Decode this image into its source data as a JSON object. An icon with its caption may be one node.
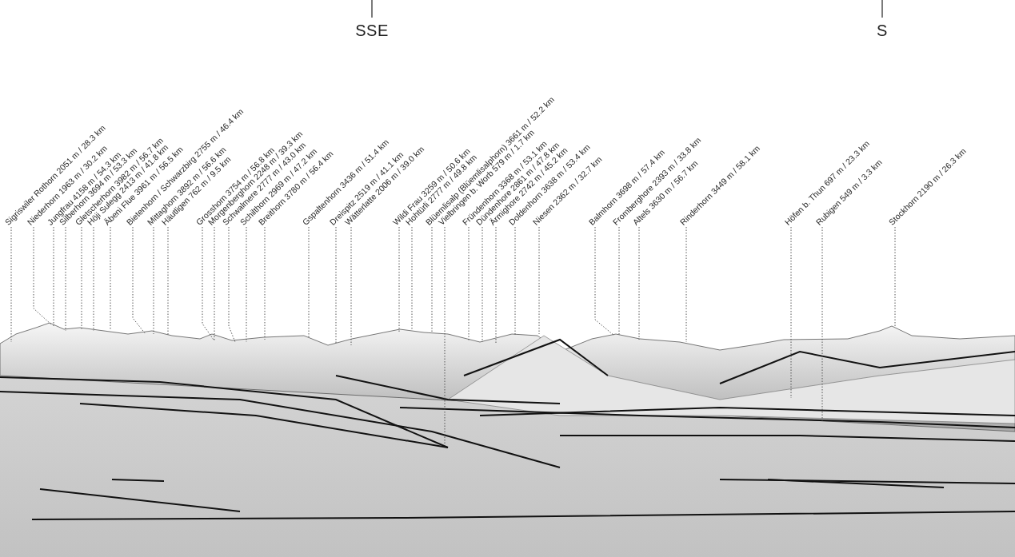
{
  "diagram": {
    "nodes": [
      {
        "text": [
          "Sigriswiler Rothorn 2051 m / 28.3 km"
        ]
      },
      {
        "text": [
          "Niederhorn 1963 m / 30.2 km"
        ]
      },
      {
        "text": [
          "Jungfrau 4158 m / 54.3 km"
        ]
      },
      {
        "text": [
          "Silberhorn 3694 m / 53.3 km"
        ]
      },
      {
        "text": [
          "Gletscherhorn 3982 m / 56.7 km"
        ]
      },
      {
        "text": [
          "Höji Sulegg 2413 m / 41.8 km"
        ]
      },
      {
        "text": [
          "Äbeni Flue 3961 m / 56.5 km"
        ]
      },
      {
        "text": [
          "Bietenhorn / Schwarzbirg 2755 m / 46.4 km"
        ]
      },
      {
        "text": [
          "Mittaghorn 3892 m / 56.6 km"
        ]
      },
      {
        "text": [
          "Häutligen 762 m / 9.5 km"
        ]
      },
      {
        "text": [
          "Grosshorn 3754 m / 56.8 km"
        ]
      },
      {
        "text": [
          "Morgenberghorn 2248 m / 39.3 km"
        ]
      },
      {
        "text": [
          "Schwalmere 2777 m / 43.0 km"
        ]
      },
      {
        "text": [
          "Schilthorn 2969 m / 47.2 km"
        ]
      },
      {
        "text": [
          "Breithorn 3780 m / 56.4 km"
        ]
      },
      {
        "text": [
          "Gspaltenhorn 3436 m / 51.4 km"
        ]
      },
      {
        "text": [
          "Dreispitz 2519 m / 41.1 km"
        ]
      },
      {
        "text": [
          "Wätterlatte 2006 m / 39.0 km"
        ]
      },
      {
        "text": [
          "Wildi Frau 3259 m / 50.6 km"
        ]
      },
      {
        "text": [
          "Hohtürli 2777 m / 49.8 km"
        ]
      },
      {
        "text": [
          "Blüemlisalp (Blüemlisalphorn) 3661 m / 52.2 km"
        ]
      },
      {
        "text": [
          "Vielbringen b. Worb 579 m / 1.7 km"
        ]
      },
      {
        "text": [
          "Fründenhorn 3368 m / 53.1 km"
        ]
      },
      {
        "text": [
          "Dündenhore 2861 m / 47.8 km"
        ]
      },
      {
        "text": [
          "Ärmighore 2742 m / 45.2 km"
        ]
      },
      {
        "text": [
          "Doldenhorn 3638 m / 53.4 km"
        ]
      },
      {
        "text": [
          "Niesen 2362 m / 32.7 km"
        ]
      },
      {
        "text": [
          "Balmhorn 3698 m / 57.4 km"
        ]
      },
      {
        "text": [
          "Fromberghore 2393 m / 33.8 km"
        ]
      },
      {
        "text": [
          "Altels 3630 m / 56.7 km"
        ]
      },
      {
        "text": [
          "Rinderhorn 3449 m / 58.1 km"
        ]
      },
      {
        "text": [
          "Höfen b. Thun 697 m / 23.3 km"
        ]
      },
      {
        "text": [
          "Rubigen 549 m / 3.3 km"
        ]
      },
      {
        "text": [
          "Stockhorn 2190 m / 26.3 km"
        ]
      }
    ],
    "edges": [
      {
        "from": 0,
        "to": null,
        "arrow": "none"
      },
      {
        "from": 1,
        "to": null,
        "arrow": "none"
      },
      {
        "from": 2,
        "to": null,
        "arrow": "none"
      },
      {
        "from": 3,
        "to": null,
        "arrow": "none"
      },
      {
        "from": 4,
        "to": null,
        "arrow": "none"
      },
      {
        "from": 5,
        "to": null,
        "arrow": "none"
      },
      {
        "from": 6,
        "to": null,
        "arrow": "none"
      },
      {
        "from": 7,
        "to": null,
        "arrow": "none"
      },
      {
        "from": 8,
        "to": null,
        "arrow": "none"
      },
      {
        "from": 9,
        "to": null,
        "arrow": "none"
      },
      {
        "from": 10,
        "to": null,
        "arrow": "none"
      },
      {
        "from": 11,
        "to": null,
        "arrow": "none"
      },
      {
        "from": 12,
        "to": null,
        "arrow": "none"
      },
      {
        "from": 13,
        "to": null,
        "arrow": "none"
      },
      {
        "from": 14,
        "to": null,
        "arrow": "none"
      },
      {
        "from": 15,
        "to": null,
        "arrow": "none"
      },
      {
        "from": 16,
        "to": null,
        "arrow": "none"
      },
      {
        "from": 17,
        "to": null,
        "arrow": "none"
      },
      {
        "from": 18,
        "to": null,
        "arrow": "none"
      },
      {
        "from": 19,
        "to": null,
        "arrow": "none"
      },
      {
        "from": 20,
        "to": null,
        "arrow": "none"
      },
      {
        "from": 21,
        "to": null,
        "arrow": "none"
      },
      {
        "from": 22,
        "to": null,
        "arrow": "none"
      },
      {
        "from": 23,
        "to": null,
        "arrow": "none"
      },
      {
        "from": 24,
        "to": null,
        "arrow": "none"
      },
      {
        "from": 25,
        "to": null,
        "arrow": "none"
      },
      {
        "from": 26,
        "to": null,
        "arrow": "none"
      },
      {
        "from": 27,
        "to": null,
        "arrow": "none"
      },
      {
        "from": 28,
        "to": null,
        "arrow": "none"
      },
      {
        "from": 29,
        "to": null,
        "arrow": "none"
      },
      {
        "from": 30,
        "to": null,
        "arrow": "none"
      },
      {
        "from": 31,
        "to": null,
        "arrow": "none"
      },
      {
        "from": 32,
        "to": null,
        "arrow": "none"
      },
      {
        "from": 33,
        "to": null,
        "arrow": "none"
      }
    ],
    "labels": [
      "SSE",
      "S"
    ]
  }
}
